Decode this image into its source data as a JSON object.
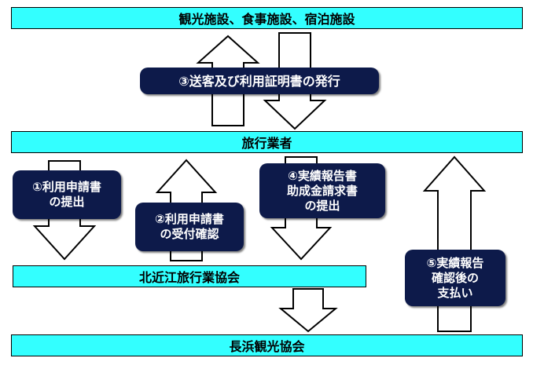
{
  "bars": {
    "facilities": "観光施設、食事施設、宿泊施設",
    "travel_agency": "旅行業者",
    "kita_omi": "北近江旅行業協会",
    "nagahama": "長浜観光協会"
  },
  "labels": {
    "step3": "③送客及び利用証明書の発行",
    "step1": "①利用申請書\nの提出",
    "step2": "②利用申請書\nの受付確認",
    "step4": "④実績報告書\n助成金請求書\nの提出",
    "step5": "⑤実績報告\n確認後の\n支払い"
  },
  "colors": {
    "bar_fill": "#33ffff",
    "label_fill": "#0d1a4a",
    "label_text": "#ffffff"
  }
}
